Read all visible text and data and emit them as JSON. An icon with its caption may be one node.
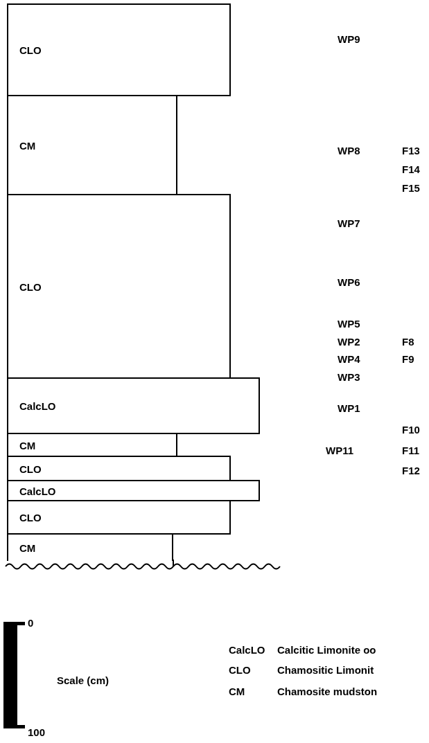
{
  "diagram": {
    "nodes": [
      {
        "text": [
          "CLO"
        ]
      },
      {
        "text": [
          "CM"
        ]
      },
      {
        "text": [
          "CLO"
        ]
      },
      {
        "text": [
          "CalcLO"
        ]
      },
      {
        "text": [
          "CM"
        ]
      },
      {
        "text": [
          "CLO"
        ]
      },
      {
        "text": [
          "CalcLO"
        ]
      },
      {
        "text": [
          "CLO"
        ]
      },
      {
        "text": [
          "CM"
        ]
      },
      {
        "text": [],
        "shape": "bar"
      }
    ],
    "edges": [],
    "labels": [
      "WP9",
      "WP8",
      "F13",
      "F14",
      "F15",
      "WP7",
      "WP6",
      "WP5",
      "WP2",
      "F8",
      "WP4",
      "F9",
      "WP3",
      "WP1",
      "F10",
      "WP11",
      "F11",
      "F12",
      "0",
      "Scale (cm)",
      "100",
      "CalcLO",
      "Calcitic Limonite oo",
      "CLO",
      "Chamositic Limonit",
      "CM",
      "Chamosite mudston"
    ]
  }
}
